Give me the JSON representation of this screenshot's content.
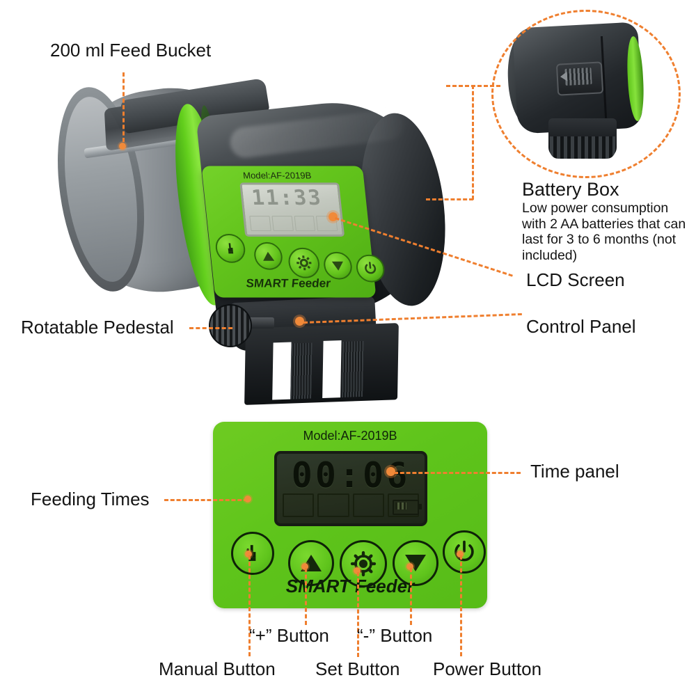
{
  "page": {
    "title": "Aquarium Fish Feeder AF-2019B Feature Infographic",
    "accent_orange": "#ef7f2f",
    "panel_green": "#5ec41b",
    "body_black": "#1c2023"
  },
  "top_section": {
    "labels": {
      "feed_bucket": "200 ml Feed Bucket",
      "rotatable_pedestal": "Rotatable Pedestal",
      "lcd_screen": "LCD Screen",
      "control_panel": "Control Panel",
      "battery_box_title": "Battery Box",
      "battery_box_desc": "Low power consumption with 2 AA batteries that can last for 3 to 6 months (not included)"
    },
    "device": {
      "model_text": "Model:AF-2019B",
      "lcd_time": "11:33",
      "brand_text": "SMART Feeder"
    }
  },
  "bottom_section": {
    "panel": {
      "model_text": "Model:AF-2019B",
      "lcd_time": "00:06",
      "brand_text": "SMART Feeder",
      "feeding_slots": [
        "",
        "",
        "",
        ""
      ],
      "battery_indicator": "battery-icon"
    },
    "labels": {
      "feeding_times": "Feeding Times",
      "time_panel": "Time panel",
      "plus_button": "“+” Button",
      "minus_button": "“-” Button",
      "manual_button": "Manual Button",
      "set_button": "Set Button",
      "power_button": "Power Button"
    },
    "buttons": [
      {
        "name": "manual-button",
        "icon": "hand-icon"
      },
      {
        "name": "plus-button",
        "icon": "triangle-up-icon"
      },
      {
        "name": "set-button",
        "icon": "gear-icon"
      },
      {
        "name": "minus-button",
        "icon": "triangle-down-icon"
      },
      {
        "name": "power-button",
        "icon": "power-icon"
      }
    ]
  }
}
